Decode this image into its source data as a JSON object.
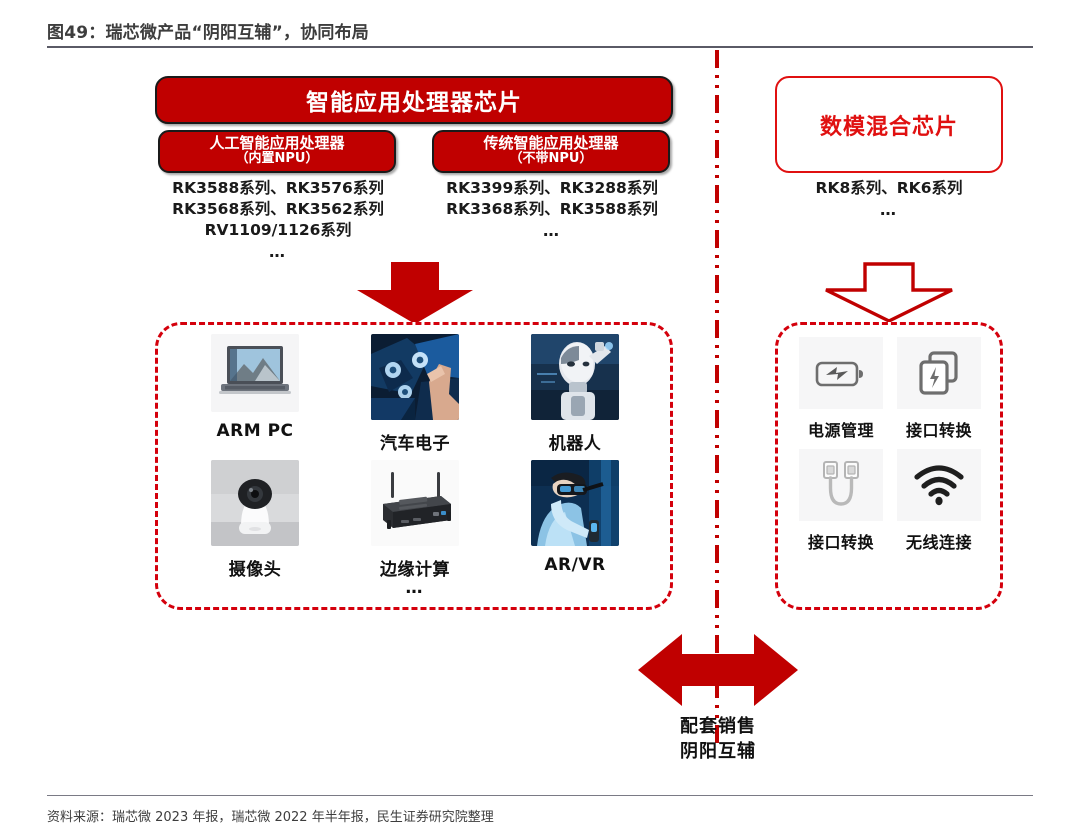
{
  "header": {
    "title": "图49：瑞芯微产品“阴阳互辅”，协同布局"
  },
  "footer": {
    "source": "资料来源：瑞芯微 2023 年报，瑞芯微 2022 年半年报，民生证券研究院整理"
  },
  "colors": {
    "brand_red": "#c00000",
    "outline_red": "#e01010",
    "dash_red": "#d4000c",
    "text_dark": "#111111",
    "title_gray": "#3d3d3d"
  },
  "left_branch": {
    "main_box_label": "智能应用处理器芯片",
    "sub_boxes": [
      {
        "line1": "人工智能应用处理器",
        "line2": "（内置NPU）"
      },
      {
        "line1": "传统智能应用处理器",
        "line2": "（不带NPU）"
      }
    ],
    "chip_lists": [
      {
        "lines": [
          "RK3588系列、RK3576系列",
          "RK3568系列、RK3562系列",
          "RV1109/1126系列"
        ],
        "ellipsis": "…"
      },
      {
        "lines": [
          "RK3399系列、RK3288系列",
          "RK3368系列、RK3588系列"
        ],
        "ellipsis": "…"
      }
    ],
    "arrow": "arrow-down-solid",
    "applications": [
      {
        "label": "ARM PC",
        "icon": "laptop-image"
      },
      {
        "label": "汽车电子",
        "icon": "automotive-electronics-image"
      },
      {
        "label": "机器人",
        "icon": "robot-image"
      },
      {
        "label": "摄像头",
        "icon": "security-camera-image"
      },
      {
        "label": "边缘计算",
        "icon": "edge-computing-device-image"
      },
      {
        "label": "AR/VR",
        "icon": "ar-vr-headset-image"
      }
    ],
    "applications_ellipsis": "…"
  },
  "right_branch": {
    "main_box_label": "数模混合芯片",
    "chip_list": {
      "lines": [
        "RK8系列、RK6系列"
      ],
      "ellipsis": "…"
    },
    "arrow": "arrow-down-hollow",
    "functions": [
      {
        "label": "电源管理",
        "icon": "battery-charging-icon"
      },
      {
        "label": "接口转换",
        "icon": "interface-transfer-icon"
      },
      {
        "label": "接口转换",
        "icon": "usb-cable-icon"
      },
      {
        "label": "无线连接",
        "icon": "wifi-icon"
      }
    ]
  },
  "bottom": {
    "arrow": "double-arrow-horizontal",
    "caption_line1": "配套销售",
    "caption_line2": "阴阳互辅"
  }
}
